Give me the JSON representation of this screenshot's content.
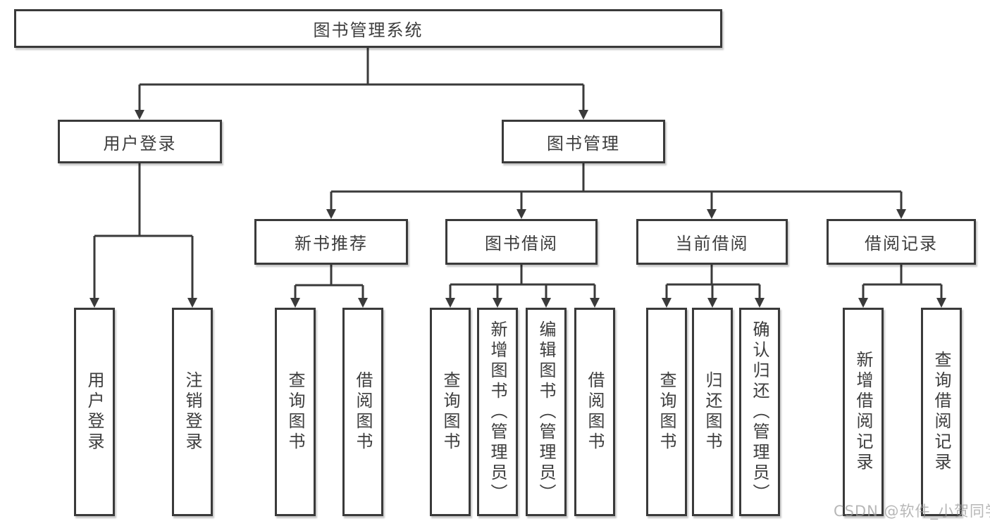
{
  "diagram_type": "hierarchy-tree",
  "tree": {
    "label": "图书管理系统",
    "children": [
      {
        "label": "用户登录",
        "children": [
          {
            "label": "用户登录"
          },
          {
            "label": "注销登录"
          }
        ]
      },
      {
        "label": "图书管理",
        "children": [
          {
            "label": "新书推荐",
            "children": [
              {
                "label": "查询图书"
              },
              {
                "label": "借阅图书"
              }
            ]
          },
          {
            "label": "图书借阅",
            "children": [
              {
                "label": "查询图书"
              },
              {
                "label": "新增图书（管理员）"
              },
              {
                "label": "编辑图书（管理员）"
              },
              {
                "label": "借阅图书"
              }
            ]
          },
          {
            "label": "当前借阅",
            "children": [
              {
                "label": "查询图书"
              },
              {
                "label": "归还图书"
              },
              {
                "label": "确认归还（管理员）"
              }
            ]
          },
          {
            "label": "借阅记录",
            "children": [
              {
                "label": "新增借阅记录"
              },
              {
                "label": "查询借阅记录"
              }
            ]
          }
        ]
      }
    ]
  },
  "watermark": {
    "text": "CSDN @软件_小贺同学"
  },
  "colors": {
    "line": "#3a3a3a",
    "text": "#3d3d3d",
    "box_background": "#ffffff",
    "page_background": "#ffffff",
    "watermark": "#9a9a9a"
  }
}
